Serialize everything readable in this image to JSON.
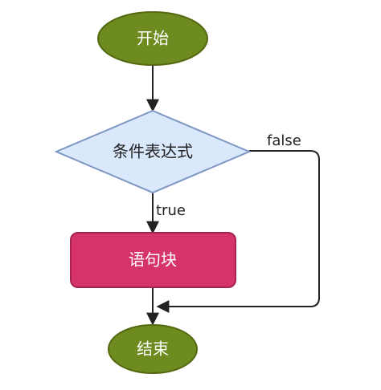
{
  "nodes": {
    "start": {
      "label": "开始"
    },
    "condition": {
      "label": "条件表达式"
    },
    "block": {
      "label": "语句块"
    },
    "end": {
      "label": "结束"
    }
  },
  "edges": {
    "true_label": "true",
    "false_label": "false"
  },
  "colors": {
    "terminal_fill": "#6d8b1f",
    "terminal_stroke": "#54680f",
    "decision_fill": "#dae8fc",
    "decision_stroke": "#7d96c4",
    "process_fill": "#d6336b",
    "process_stroke": "#a8244f",
    "edge": "#222222"
  }
}
